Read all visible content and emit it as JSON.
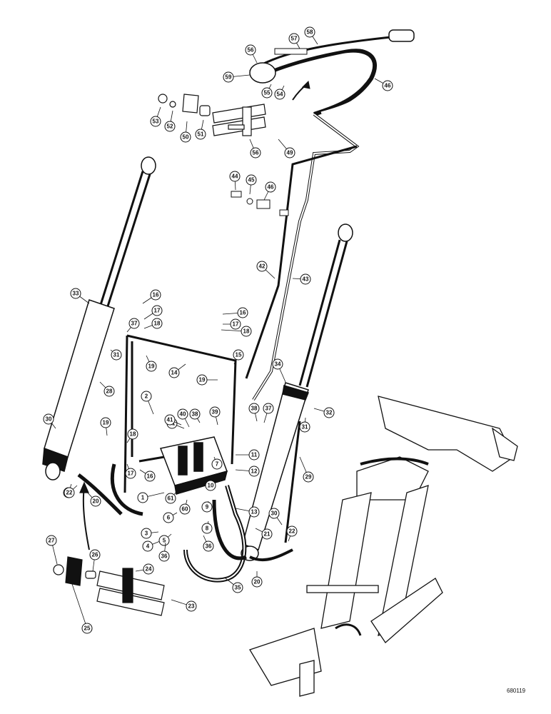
{
  "reference_number": "680119",
  "callouts": [
    {
      "label": "1"
    },
    {
      "label": "2"
    },
    {
      "label": "3"
    },
    {
      "label": "4"
    },
    {
      "label": "5"
    },
    {
      "label": "6"
    },
    {
      "label": "7"
    },
    {
      "label": "8"
    },
    {
      "label": "9"
    },
    {
      "label": "10"
    },
    {
      "label": "11"
    },
    {
      "label": "12"
    },
    {
      "label": "13"
    },
    {
      "label": "14"
    },
    {
      "label": "15"
    },
    {
      "label": "16"
    },
    {
      "label": "16"
    },
    {
      "label": "16"
    },
    {
      "label": "17"
    },
    {
      "label": "17"
    },
    {
      "label": "17"
    },
    {
      "label": "18"
    },
    {
      "label": "18"
    },
    {
      "label": "18"
    },
    {
      "label": "19"
    },
    {
      "label": "19"
    },
    {
      "label": "19"
    },
    {
      "label": "20"
    },
    {
      "label": "20"
    },
    {
      "label": "21"
    },
    {
      "label": "21"
    },
    {
      "label": "22"
    },
    {
      "label": "22"
    },
    {
      "label": "23"
    },
    {
      "label": "24"
    },
    {
      "label": "25"
    },
    {
      "label": "26"
    },
    {
      "label": "27"
    },
    {
      "label": "28"
    },
    {
      "label": "29"
    },
    {
      "label": "30"
    },
    {
      "label": "30"
    },
    {
      "label": "31"
    },
    {
      "label": "31"
    },
    {
      "label": "32"
    },
    {
      "label": "33"
    },
    {
      "label": "34"
    },
    {
      "label": "35"
    },
    {
      "label": "36"
    },
    {
      "label": "36"
    },
    {
      "label": "37"
    },
    {
      "label": "37"
    },
    {
      "label": "38"
    },
    {
      "label": "38"
    },
    {
      "label": "39"
    },
    {
      "label": "40"
    },
    {
      "label": "41"
    },
    {
      "label": "41"
    },
    {
      "label": "42"
    },
    {
      "label": "43"
    },
    {
      "label": "44"
    },
    {
      "label": "45"
    },
    {
      "label": "46"
    },
    {
      "label": "46"
    },
    {
      "label": "49"
    },
    {
      "label": "50"
    },
    {
      "label": "51"
    },
    {
      "label": "52"
    },
    {
      "label": "53"
    },
    {
      "label": "54"
    },
    {
      "label": "55"
    },
    {
      "label": "56"
    },
    {
      "label": "56"
    },
    {
      "label": "57"
    },
    {
      "label": "58"
    },
    {
      "label": "59"
    },
    {
      "label": "60"
    },
    {
      "label": "61"
    }
  ]
}
